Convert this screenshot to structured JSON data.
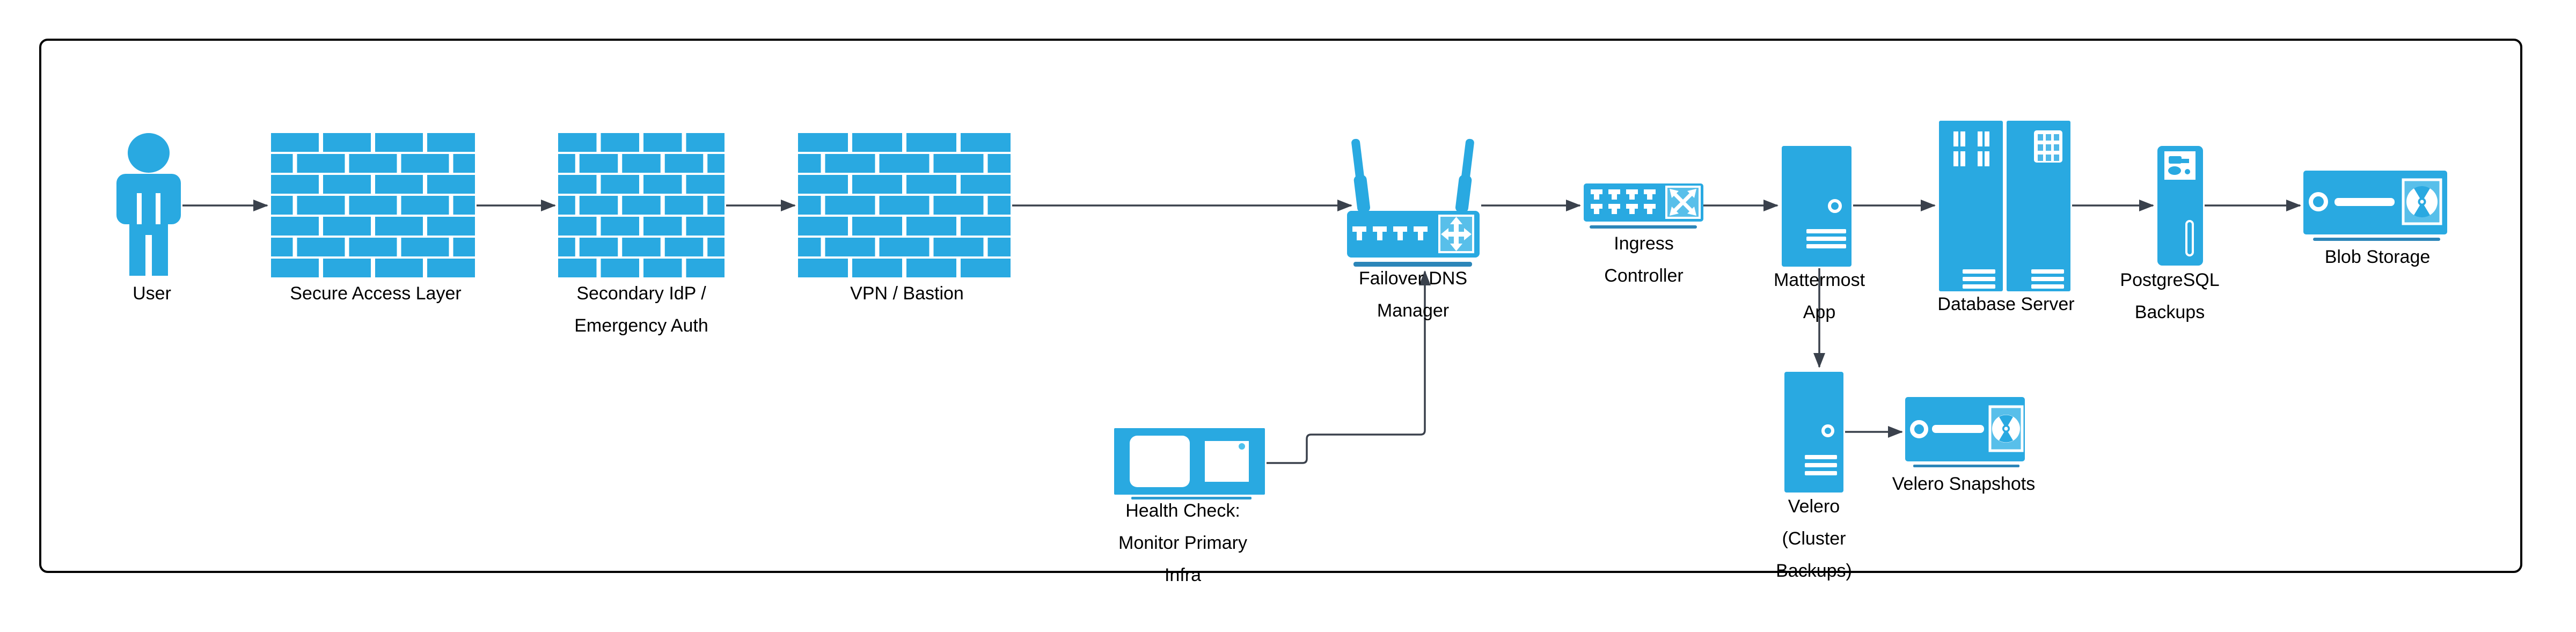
{
  "diagram": {
    "colors": {
      "icon_blue": "#29A9E1",
      "icon_blue_light": "#58BFEA",
      "shadow_bar_blue": "#2C86B9",
      "connector_dark": "#3A414C",
      "border_black": "#000000"
    },
    "nodes": [
      {
        "id": "user",
        "label": "User",
        "icon": "person-icon"
      },
      {
        "id": "secure-access-layer",
        "label": "Secure Access Layer",
        "icon": "firewall-icon"
      },
      {
        "id": "secondary-idp",
        "label": "Secondary IdP /\nEmergency Auth",
        "icon": "firewall-icon"
      },
      {
        "id": "vpn-bastion",
        "label": "VPN / Bastion",
        "icon": "firewall-icon"
      },
      {
        "id": "failover-dns-manager",
        "label": "Failover DNS\nManager",
        "icon": "wireless-router-icon"
      },
      {
        "id": "ingress-controller",
        "label": "Ingress\nController",
        "icon": "network-switch-icon"
      },
      {
        "id": "mattermost-app",
        "label": "Mattermost\nApp",
        "icon": "tower-server-icon"
      },
      {
        "id": "database-server",
        "label": "Database Server",
        "icon": "server-rack-icon"
      },
      {
        "id": "postgresql-backups",
        "label": "PostgreSQL\nBackups",
        "icon": "backup-server-icon"
      },
      {
        "id": "blob-storage",
        "label": "Blob Storage",
        "icon": "disk-storage-icon"
      },
      {
        "id": "health-check",
        "label": "Health Check:\nMonitor Primary\nInfra",
        "icon": "monitor-icon"
      },
      {
        "id": "velero",
        "label": "Velero\n(Cluster\nBackups)",
        "icon": "tower-server-icon"
      },
      {
        "id": "velero-snapshots",
        "label": "Velero Snapshots",
        "icon": "disk-storage-icon"
      }
    ],
    "edges": [
      {
        "from": "user",
        "to": "secure-access-layer"
      },
      {
        "from": "secure-access-layer",
        "to": "secondary-idp"
      },
      {
        "from": "secondary-idp",
        "to": "vpn-bastion"
      },
      {
        "from": "vpn-bastion",
        "to": "failover-dns-manager"
      },
      {
        "from": "failover-dns-manager",
        "to": "ingress-controller"
      },
      {
        "from": "ingress-controller",
        "to": "mattermost-app"
      },
      {
        "from": "mattermost-app",
        "to": "database-server"
      },
      {
        "from": "database-server",
        "to": "postgresql-backups"
      },
      {
        "from": "postgresql-backups",
        "to": "blob-storage"
      },
      {
        "from": "mattermost-app",
        "to": "velero"
      },
      {
        "from": "velero",
        "to": "velero-snapshots"
      },
      {
        "from": "health-check",
        "to": "failover-dns-manager"
      }
    ]
  }
}
